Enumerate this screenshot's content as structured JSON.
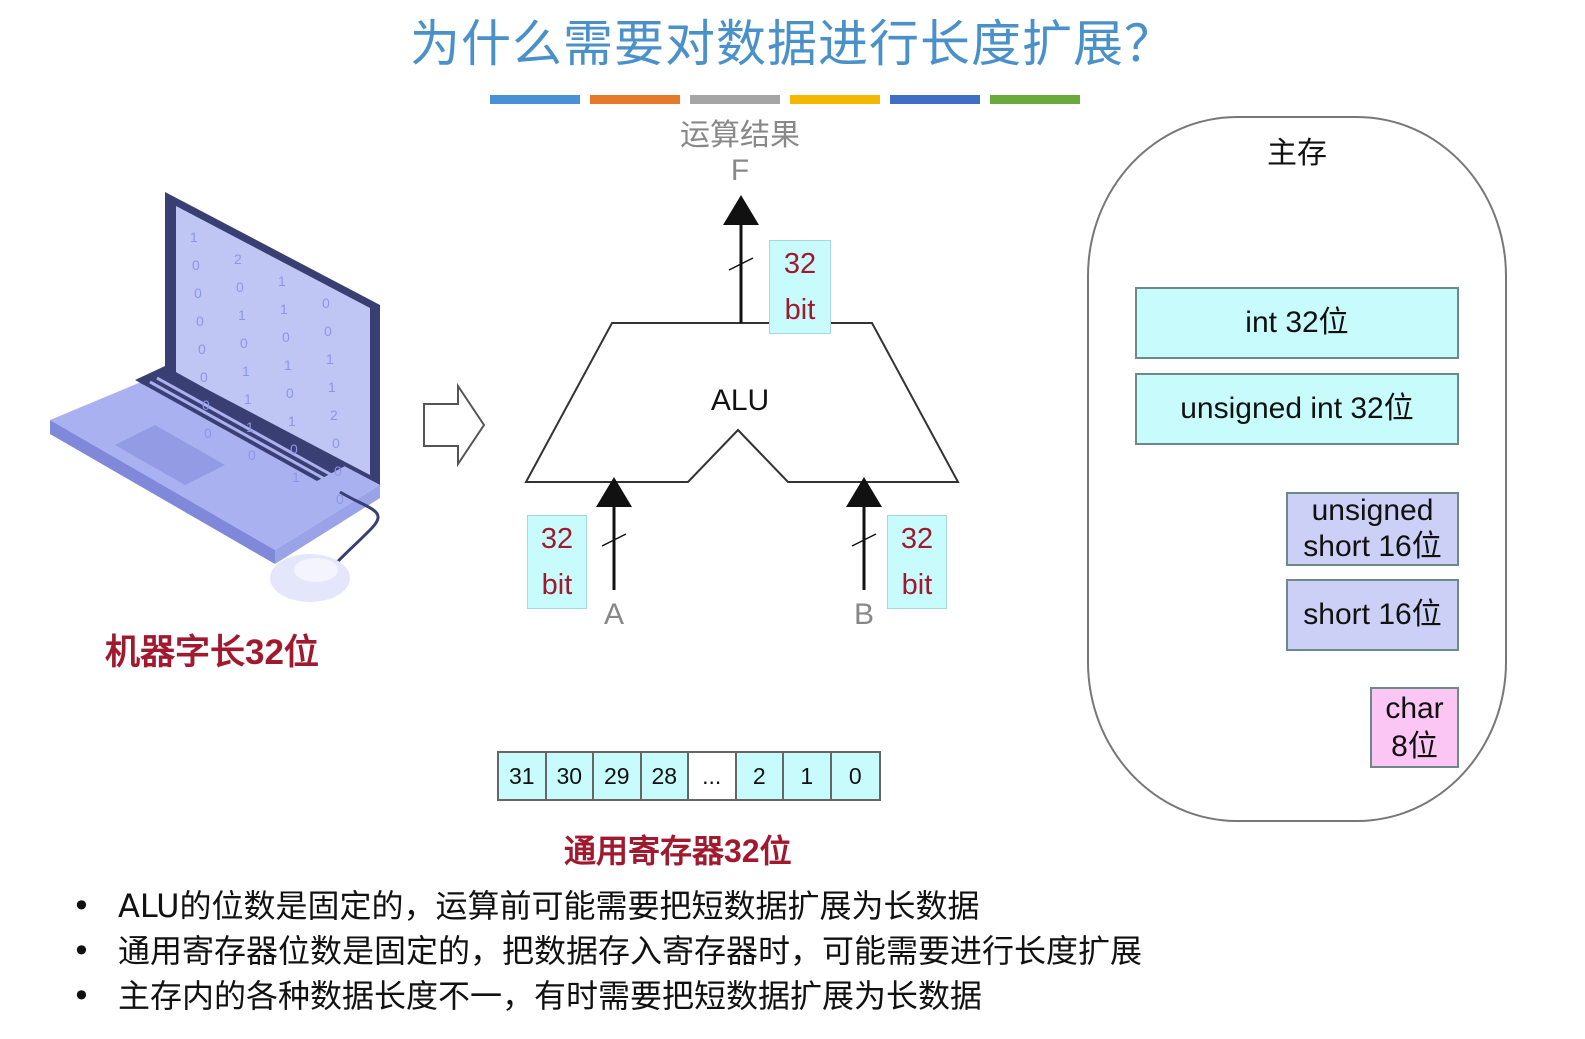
{
  "title": "为什么需要对数据进行长度扩展？",
  "color_bar": [
    "#4a90d6",
    "#e8792a",
    "#a5a5a5",
    "#f5b800",
    "#3f6fc4",
    "#6aaa3a"
  ],
  "alu": {
    "label": "ALU",
    "result_label": "运算结果",
    "output_label": "F",
    "output_width": "32 bit",
    "input_a_label": "A",
    "input_a_width": "32 bit",
    "input_b_label": "B",
    "input_b_width": "32 bit"
  },
  "laptop": {
    "screen_digits": [
      "1",
      "2",
      "1",
      "0",
      "0",
      "0",
      "1",
      "0",
      "0",
      "1",
      "0",
      "1",
      "0",
      "0",
      "1",
      "1",
      "0",
      "1",
      "0",
      "2",
      "0",
      "1",
      "1",
      "0",
      "0",
      "1",
      "0",
      "0",
      "0",
      "0",
      "1",
      "0"
    ],
    "caption": "机器字长32位"
  },
  "register": {
    "cells": [
      "31",
      "30",
      "29",
      "28",
      "...",
      "2",
      "1",
      "0"
    ],
    "caption": "通用寄存器32位"
  },
  "memory": {
    "title": "主存",
    "items": [
      {
        "text": "int 32位",
        "color": "#c8fbfb"
      },
      {
        "text": "unsigned int 32位",
        "color": "#c8fbfb"
      },
      {
        "line1": "unsigned",
        "line2": "short 16位",
        "color": "#cccff6"
      },
      {
        "text": "short 16位",
        "color": "#cccff6"
      },
      {
        "line1": "char",
        "line2": "8位",
        "color": "#fbc6f4"
      }
    ]
  },
  "bullets": [
    "ALU的位数是固定的，运算前可能需要把短数据扩展为长数据",
    "通用寄存器位数是固定的，把数据存入寄存器时，可能需要进行长度扩展",
    "主存内的各种数据长度不一，有时需要把短数据扩展为长数据"
  ],
  "bullet_symbol": "•"
}
